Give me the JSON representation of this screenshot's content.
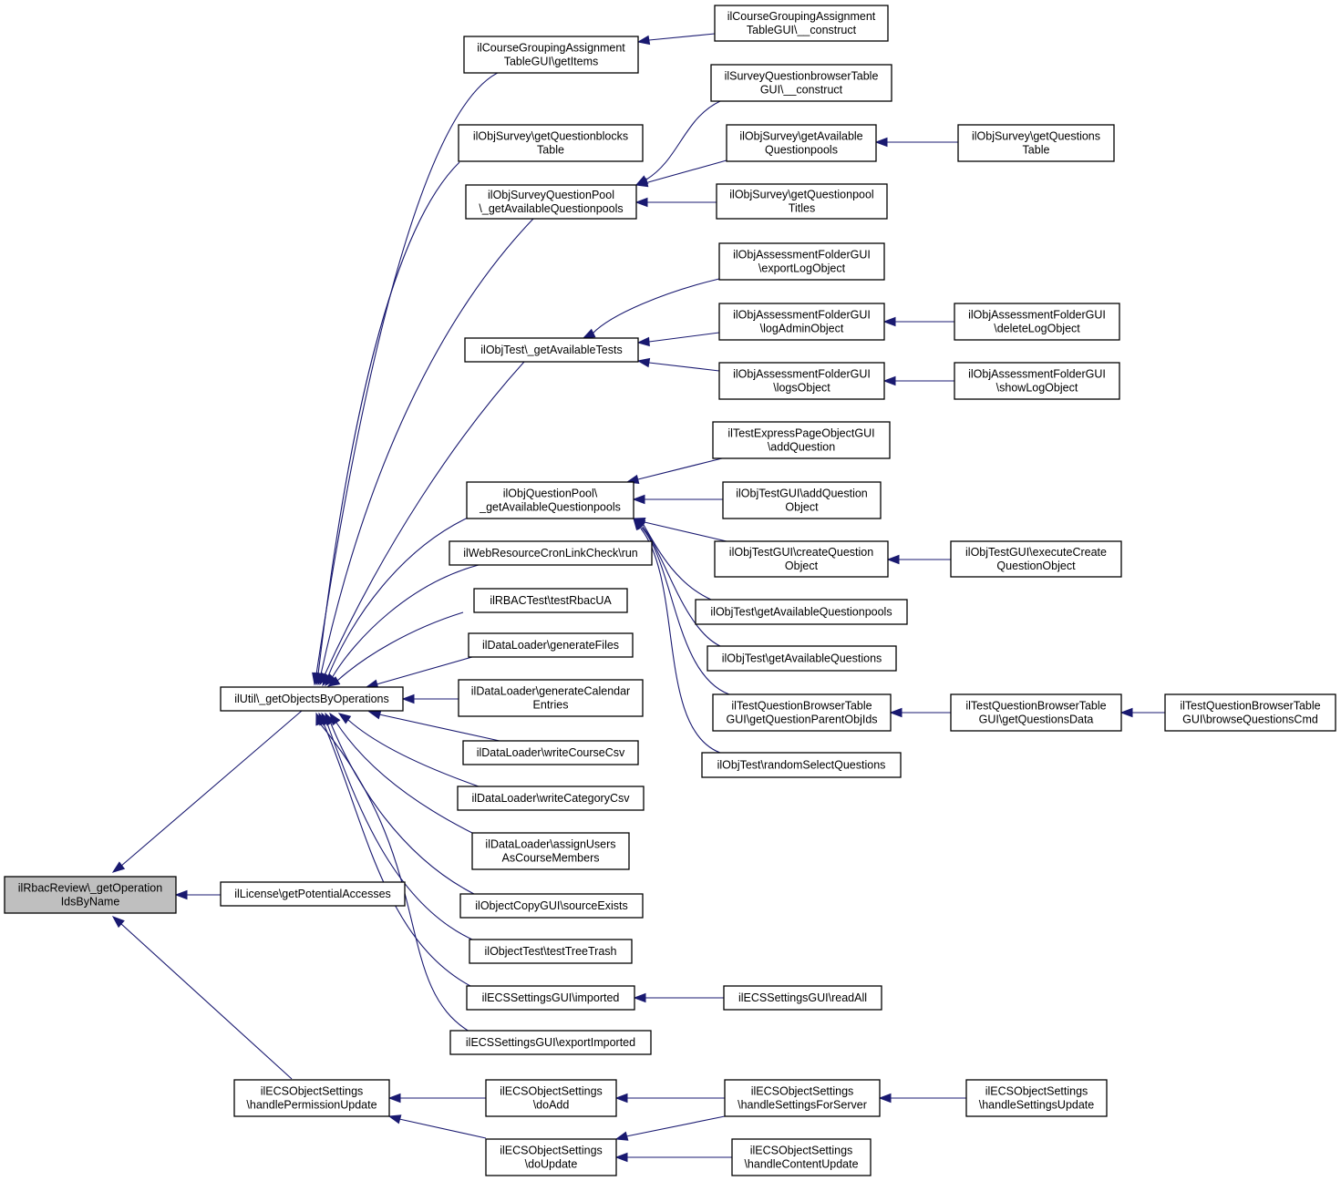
{
  "graph": {
    "edge_color": "#191970",
    "root_fill": "#bfbfbf",
    "nodes": [
      {
        "id": "root",
        "lines": [
          "ilRbacReview\\_getOperation",
          "IdsByName"
        ],
        "root": true
      },
      {
        "id": "util",
        "lines": [
          "ilUtil\\_getObjectsByOperations"
        ]
      },
      {
        "id": "license",
        "lines": [
          "ilLicense\\getPotentialAccesses"
        ]
      },
      {
        "id": "ecsperm",
        "lines": [
          "ilECSObjectSettings",
          "\\handlePermissionUpdate"
        ]
      },
      {
        "id": "cgaItems",
        "lines": [
          "ilCourseGroupingAssignment",
          "TableGUI\\getItems"
        ]
      },
      {
        "id": "cgaConstruct",
        "lines": [
          "ilCourseGroupingAssignment",
          "TableGUI\\__construct"
        ]
      },
      {
        "id": "qbTable",
        "lines": [
          "ilObjSurvey\\getQuestionblocks",
          "Table"
        ]
      },
      {
        "id": "sqpAvail",
        "lines": [
          "ilObjSurveyQuestionPool",
          "\\_getAvailableQuestionpools"
        ]
      },
      {
        "id": "sqbConstruct",
        "lines": [
          "ilSurveyQuestionbrowserTable",
          "GUI\\__construct"
        ]
      },
      {
        "id": "surveyAvailQP",
        "lines": [
          "ilObjSurvey\\getAvailable",
          "Questionpools"
        ]
      },
      {
        "id": "surveyQTable",
        "lines": [
          "ilObjSurvey\\getQuestions",
          "Table"
        ]
      },
      {
        "id": "surveyQPTitles",
        "lines": [
          "ilObjSurvey\\getQuestionpool",
          "Titles"
        ]
      },
      {
        "id": "exportLog",
        "lines": [
          "ilObjAssessmentFolderGUI",
          "\\exportLogObject"
        ]
      },
      {
        "id": "testAvail",
        "lines": [
          "ilObjTest\\_getAvailableTests"
        ]
      },
      {
        "id": "logAdmin",
        "lines": [
          "ilObjAssessmentFolderGUI",
          "\\logAdminObject"
        ]
      },
      {
        "id": "deleteLog",
        "lines": [
          "ilObjAssessmentFolderGUI",
          "\\deleteLogObject"
        ]
      },
      {
        "id": "logs",
        "lines": [
          "ilObjAssessmentFolderGUI",
          "\\logsObject"
        ]
      },
      {
        "id": "showLog",
        "lines": [
          "ilObjAssessmentFolderGUI",
          "\\showLogObject"
        ]
      },
      {
        "id": "qpAvail",
        "lines": [
          "ilObjQuestionPool\\",
          "_getAvailableQuestionpools"
        ]
      },
      {
        "id": "tepAddQ",
        "lines": [
          "ilTestExpressPageObjectGUI",
          "\\addQuestion"
        ]
      },
      {
        "id": "otgAddQ",
        "lines": [
          "ilObjTestGUI\\addQuestion",
          "Object"
        ]
      },
      {
        "id": "otgCreateQ",
        "lines": [
          "ilObjTestGUI\\createQuestion",
          "Object"
        ]
      },
      {
        "id": "otgExecCreate",
        "lines": [
          "ilObjTestGUI\\executeCreate",
          "QuestionObject"
        ]
      },
      {
        "id": "otAvailQP",
        "lines": [
          "ilObjTest\\getAvailableQuestionpools"
        ]
      },
      {
        "id": "otAvailQ",
        "lines": [
          "ilObjTest\\getAvailableQuestions"
        ]
      },
      {
        "id": "tqbParent",
        "lines": [
          "ilTestQuestionBrowserTable",
          "GUI\\getQuestionParentObjIds"
        ]
      },
      {
        "id": "tqbData",
        "lines": [
          "ilTestQuestionBrowserTable",
          "GUI\\getQuestionsData"
        ]
      },
      {
        "id": "tqbBrowse",
        "lines": [
          "ilTestQuestionBrowserTable",
          "GUI\\browseQuestionsCmd"
        ]
      },
      {
        "id": "otRandom",
        "lines": [
          "ilObjTest\\randomSelectQuestions"
        ]
      },
      {
        "id": "webRun",
        "lines": [
          "ilWebResourceCronLinkCheck\\run"
        ]
      },
      {
        "id": "rbacUA",
        "lines": [
          "ilRBACTest\\testRbacUA"
        ]
      },
      {
        "id": "genFiles",
        "lines": [
          "ilDataLoader\\generateFiles"
        ]
      },
      {
        "id": "genCal",
        "lines": [
          "ilDataLoader\\generateCalendar",
          "Entries"
        ]
      },
      {
        "id": "writeCourse",
        "lines": [
          "ilDataLoader\\writeCourseCsv"
        ]
      },
      {
        "id": "writeCat",
        "lines": [
          "ilDataLoader\\writeCategoryCsv"
        ]
      },
      {
        "id": "assignUsers",
        "lines": [
          "ilDataLoader\\assignUsers",
          "AsCourseMembers"
        ]
      },
      {
        "id": "copySource",
        "lines": [
          "ilObjectCopyGUI\\sourceExists"
        ]
      },
      {
        "id": "treeTrash",
        "lines": [
          "ilObjectTest\\testTreeTrash"
        ]
      },
      {
        "id": "ecsImported",
        "lines": [
          "ilECSSettingsGUI\\imported"
        ]
      },
      {
        "id": "ecsReadAll",
        "lines": [
          "ilECSSettingsGUI\\readAll"
        ]
      },
      {
        "id": "ecsExportImp",
        "lines": [
          "ilECSSettingsGUI\\exportImported"
        ]
      },
      {
        "id": "ecsDoAdd",
        "lines": [
          "ilECSObjectSettings",
          "\\doAdd"
        ]
      },
      {
        "id": "ecsDoUpdate",
        "lines": [
          "ilECSObjectSettings",
          "\\doUpdate"
        ]
      },
      {
        "id": "ecsForServer",
        "lines": [
          "ilECSObjectSettings",
          "\\handleSettingsForServer"
        ]
      },
      {
        "id": "ecsSettingsUpd",
        "lines": [
          "ilECSObjectSettings",
          "\\handleSettingsUpdate"
        ]
      },
      {
        "id": "ecsContentUpd",
        "lines": [
          "ilECSObjectSettings",
          "\\handleContentUpdate"
        ]
      }
    ]
  }
}
